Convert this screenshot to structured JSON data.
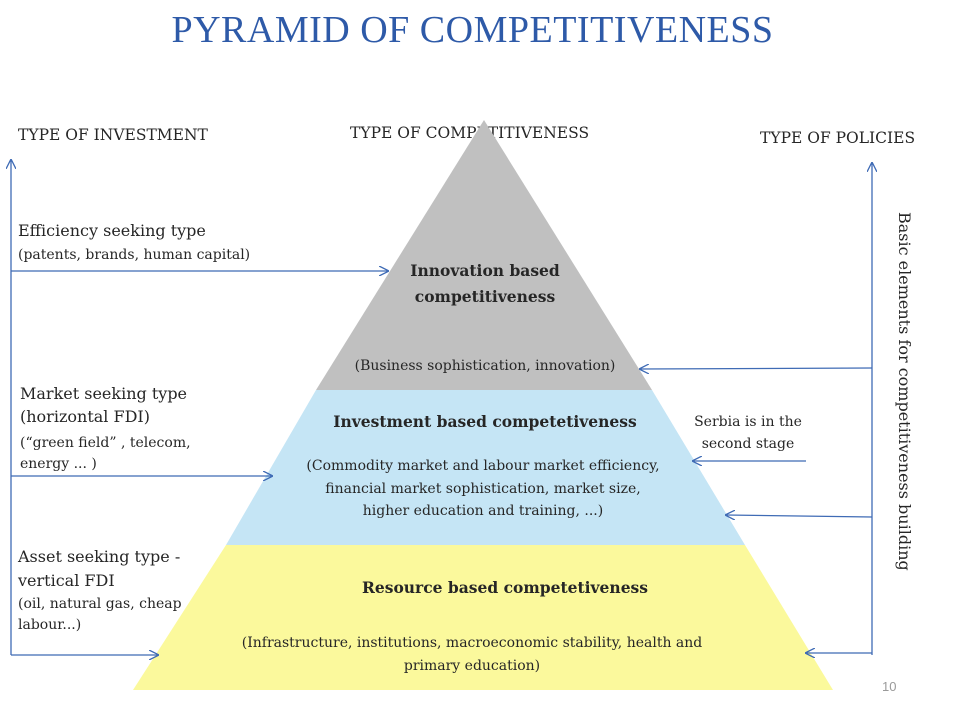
{
  "title": "PYRAMID OF COMPETITIVENESS",
  "headers": {
    "investment": "TYPE OF INVESTMENT",
    "competitiveness": "TYPE OF COMPETITIVENESS",
    "policies": "TYPE OF POLICIES"
  },
  "investment_types": [
    {
      "name": "Efficiency  seeking type",
      "detail": "(patents, brands, human capital)"
    },
    {
      "name_line1": "Market seeking type",
      "name_line2": "(horizontal FDI)",
      "detail_line1": "(“green field” , telecom,",
      "detail_line2": "energy ... )"
    },
    {
      "name_line1": "Asset seeking type -",
      "name_line2": "vertical FDI",
      "detail_line1": "(oil, natural gas, cheap",
      "detail_line2": "labour...)"
    }
  ],
  "pyramid": {
    "top": {
      "name_line1": "Innovation  based",
      "name_line2": "competitiveness",
      "detail": "(Business sophistication, innovation)",
      "color": "#c0c0c0"
    },
    "middle": {
      "name": "Investment based competetiveness",
      "detail_line1": "(Commodity market and labour market efficiency,",
      "detail_line2": "financial market sophistication, market size,",
      "detail_line3": "higher education and training, ...)",
      "color": "#c5e5f5"
    },
    "bottom": {
      "name": "Resource based competetiveness",
      "detail_line1": "(Infrastructure, institutions, macroeconomic stability, health and",
      "detail_line2": "primary education)",
      "color": "#fbf99c"
    }
  },
  "policies_label": "Basic elements for competitiveness building",
  "serbia_note_line1": "Serbia is in the",
  "serbia_note_line2": "second stage",
  "arrow_color": "#3f6bb5",
  "page_number": "10"
}
